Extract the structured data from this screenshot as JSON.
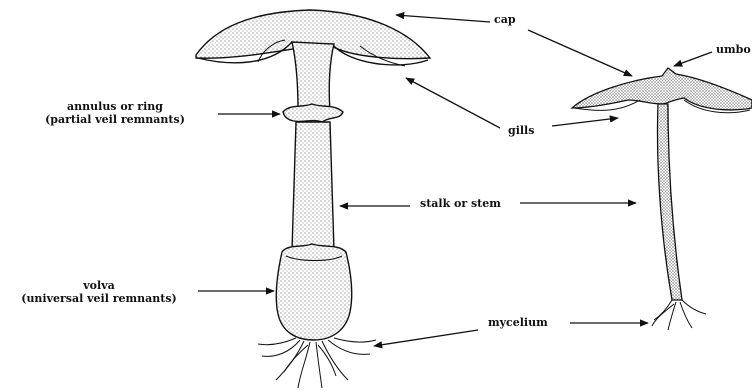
{
  "labels": {
    "cap": "cap",
    "umbo": "umbo",
    "annulus_line1": "annulus or ring",
    "annulus_line2": "(partial veil remnants)",
    "gills": "gills",
    "stalk": "stalk or stem",
    "volva_line1": "volva",
    "volva_line2": "(universal veil remnants)",
    "mycelium": "mycelium"
  },
  "colors": {
    "ink": "#111111",
    "paper": "#ffffff",
    "stipple": "#333333"
  }
}
